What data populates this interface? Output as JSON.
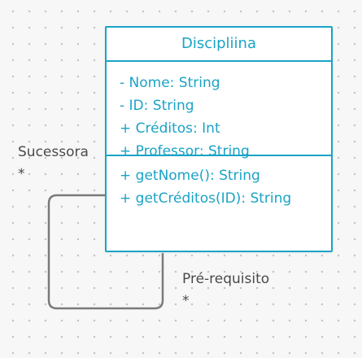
{
  "class": {
    "name": "Discipliina",
    "attributes": [
      "- Nome: String",
      "- ID: String",
      "+ Créditos: Int",
      "+ Professor: String"
    ],
    "operations": [
      "+ getNome(): String",
      "+ getCréditos(ID): String"
    ]
  },
  "association": {
    "source_role": "Sucessora",
    "source_multiplicity": "*",
    "target_role": "Pré-requisito",
    "target_multiplicity": "*"
  },
  "colors": {
    "class_accent": "#1ba3c6",
    "connector": "#7a7a7a",
    "label_text": "#4a4a4a",
    "background": "#f7f7f7"
  }
}
